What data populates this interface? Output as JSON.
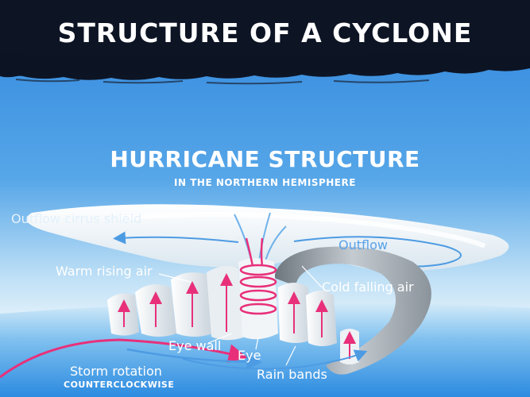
{
  "header": {
    "title": "STRUCTURE OF A CYCLONE"
  },
  "diagram": {
    "title": "HURRICANE STRUCTURE",
    "subtitle": "IN THE NORTHERN HEMISPHERE",
    "labels": {
      "outflow_cirrus_shield": "Outflow cirrus shield",
      "outflow": "Outflow",
      "warm_rising_air": "Warm rising air",
      "cold_falling_air": "Cold falling air",
      "eye_wall": "Eye wall",
      "eye": "Eye",
      "rain_bands": "Rain bands",
      "storm_rotation": "Storm rotation",
      "counterclockwise": "COUNTERCLOCKWISE"
    }
  },
  "colors": {
    "banner": "#0d1424",
    "sky_top": "#3a8fe0",
    "sky_bottom": "#ffffff",
    "cloud": "#f4f8fb",
    "rising_air": "#e8307a",
    "falling_air": "#6fb2ea",
    "cold_band": "#9aa4ad"
  }
}
